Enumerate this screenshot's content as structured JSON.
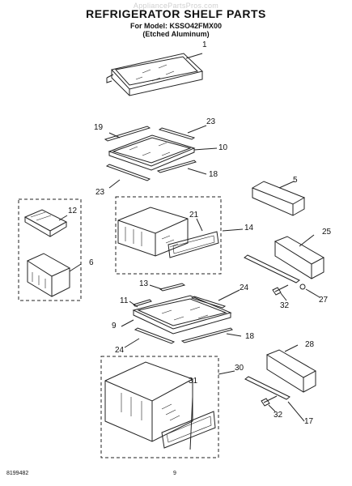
{
  "header": {
    "watermark": "AppliancePartsPros.com",
    "title": "REFRIGERATOR SHELF PARTS",
    "model_line": "For Model: KSSO42FMX00",
    "finish_line": "(Etched Aluminum)"
  },
  "callouts": [
    "1",
    "19",
    "23",
    "10",
    "23",
    "18",
    "5",
    "12",
    "21",
    "14",
    "6",
    "25",
    "13",
    "24",
    "11",
    "27",
    "32",
    "9",
    "18",
    "24",
    "28",
    "30",
    "31",
    "32",
    "17"
  ],
  "footer": {
    "doc_number": "8199482",
    "page_number": "9"
  }
}
